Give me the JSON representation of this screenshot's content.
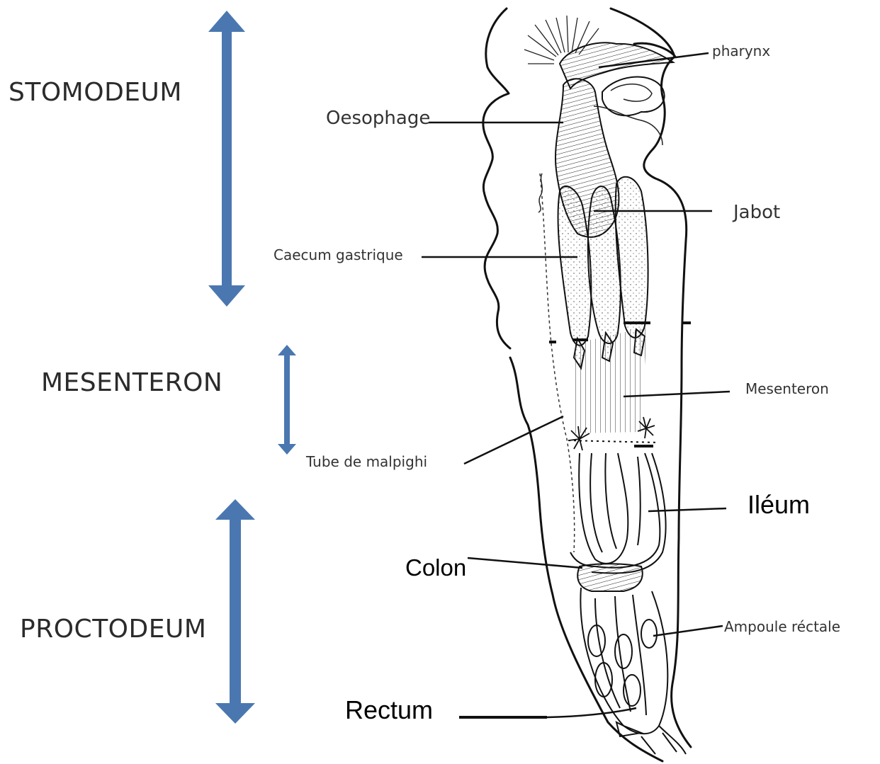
{
  "regions": {
    "stomodeum": "STOMODEUM",
    "mesenteron": "MESENTERON",
    "proctodeum": "PROCTODEUM"
  },
  "labels": {
    "pharynx": "pharynx",
    "oesophage": "Oesophage",
    "jabot": "Jabot",
    "caecum": "Caecum gastrique",
    "mesenteron": "Mesenteron",
    "malpighi": "Tube de malpighi",
    "ileum": "Iléum",
    "colon": "Colon",
    "ampoule": "Ampoule réctale",
    "rectum": "Rectum"
  },
  "colors": {
    "arrow": "#4a77b0",
    "line": "#111111"
  }
}
